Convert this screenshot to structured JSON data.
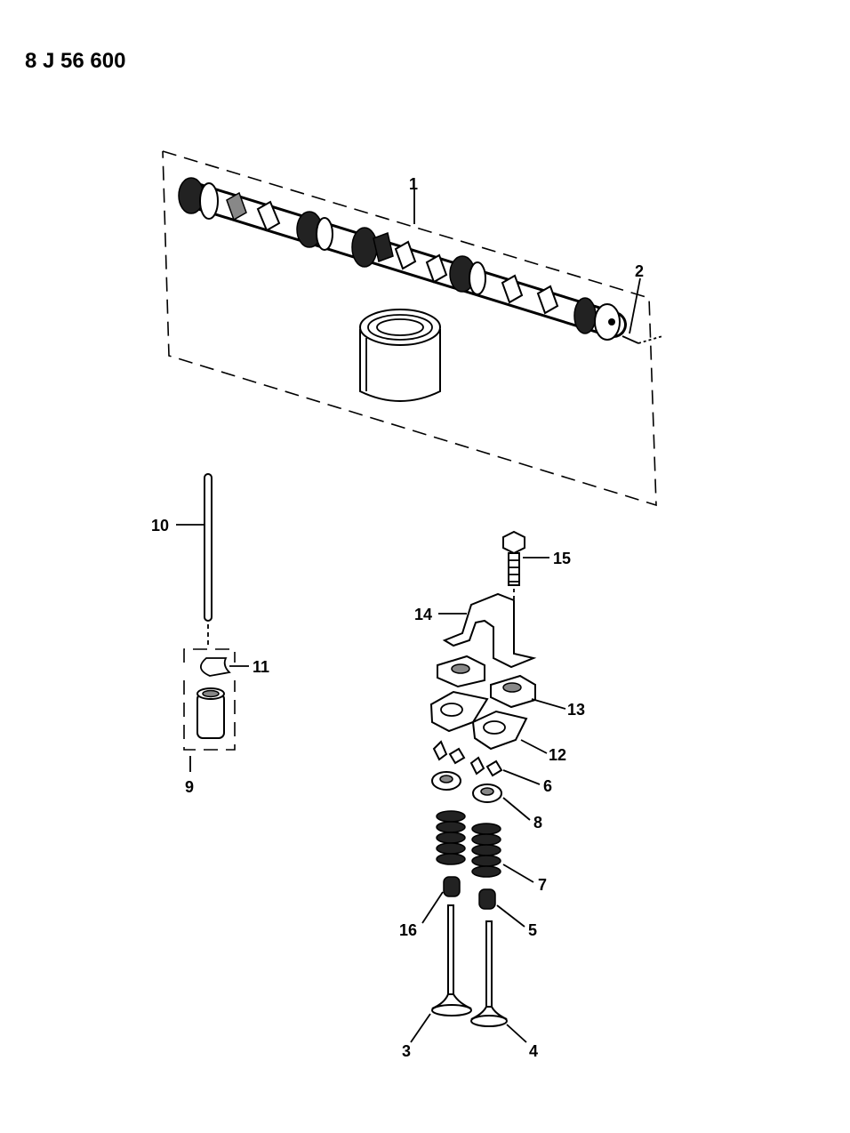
{
  "diagram_code": "8 J 56 600",
  "callouts": [
    "1",
    "2",
    "3",
    "4",
    "5",
    "6",
    "7",
    "8",
    "9",
    "10",
    "11",
    "12",
    "13",
    "14",
    "15",
    "16"
  ]
}
